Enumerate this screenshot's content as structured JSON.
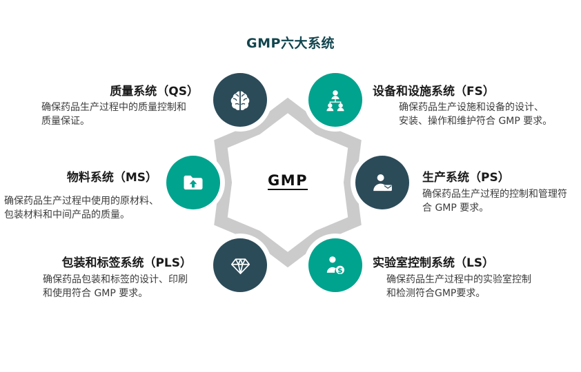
{
  "title": "GMP六大系统",
  "center": {
    "label": "GMP"
  },
  "colors": {
    "dark": "#2c4b59",
    "teal": "#00a38e",
    "band": "#cbcbcb",
    "title": "#11454e"
  },
  "systems": [
    {
      "name": "质量系统（QS）",
      "desc": "确保药品生产过程中的质量控制和\n质量保证。",
      "icon": "brain-icon",
      "color": "#2c4b59"
    },
    {
      "name": "设备和设施系统（FS）",
      "desc": "确保药品生产设施和设备的设计、\n安装、操作和维护符合 GMP 要求。",
      "icon": "team-icon",
      "color": "#00a38e"
    },
    {
      "name": "物料系统（MS）",
      "desc": "确保药品生产过程中使用的原材料、\n包装材料和中间产品的质量。",
      "icon": "folder-upload-icon",
      "color": "#00a38e"
    },
    {
      "name": "生产系统（PS）",
      "desc": "确保药品生产过程的控制和管理符\n合 GMP 要求。",
      "icon": "person-mail-icon",
      "color": "#2c4b59"
    },
    {
      "name": "包装和标签系统（PLS）",
      "desc": "确保药品包装和标签的设计、印刷\n和使用符合 GMP 要求。",
      "icon": "diamond-icon",
      "color": "#2c4b59"
    },
    {
      "name": "实验室控制系统（LS）",
      "desc": "确保药品生产过程中的实验室控制\n和检测符合GMP要求。",
      "icon": "person-dollar-icon",
      "color": "#00a38e"
    }
  ]
}
